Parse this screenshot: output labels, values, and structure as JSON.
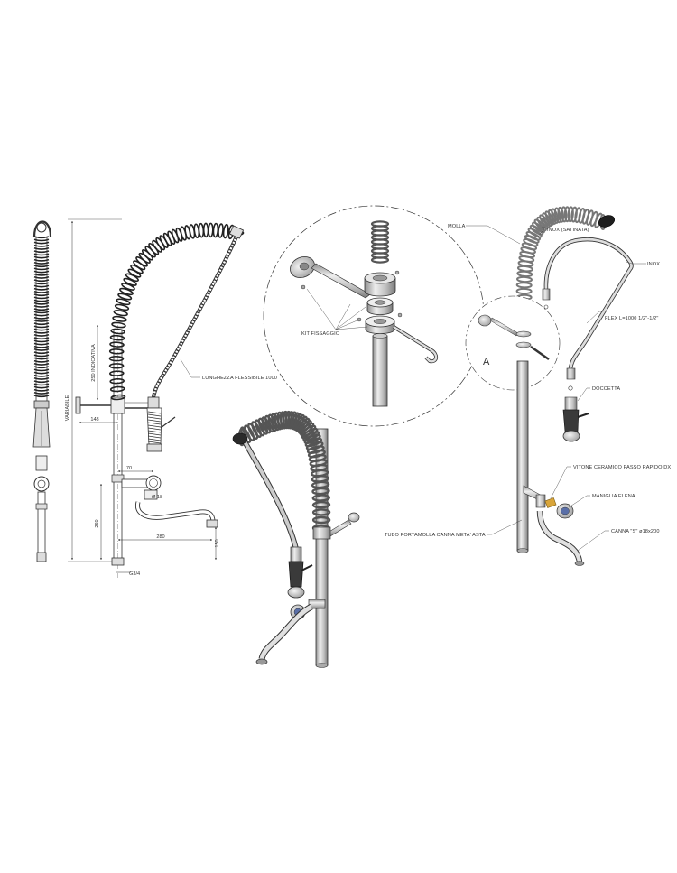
{
  "drawing": {
    "dimensions": {
      "overall_height": "VARIABILE",
      "spring_height": "250 INDICATIVA",
      "wall_offset": "148",
      "spout_offset": "70",
      "valve_diameter": "Ø 18",
      "spout_height": "260",
      "spout_length": "280",
      "spout_drop": "150",
      "base_thread": "G3/4"
    },
    "side_labels": {
      "flex_length": "LUNGHEZZA FLESSIBILE 1000"
    },
    "detail_labels": {
      "kit": "KIT FISSAGGIO"
    },
    "part_labels": {
      "molla": "MOLLA",
      "inox_satinato": "INOX (SATINATA)",
      "inox": "INOX",
      "flex": "FLEX L=1000 1/2\"-1/2\"",
      "doccetta": "DOCCETTA",
      "detail_ref": "A",
      "vitone": "VITONE CERAMICO PASSO RAPIDO DX",
      "maniglia": "MANIGLIA ELENA",
      "canna": "CANNA \"S\" ø18x200",
      "tubo": "TUBO PORTAMOLLA CANNA META' ASTA"
    }
  },
  "colors": {
    "line": "#333333",
    "metal_light": "#e8e8e8",
    "metal_mid": "#b9b9b9",
    "metal_dark": "#7d7d7d",
    "rubber": "#1e1e1e",
    "accent_gold": "#d9a53a",
    "accent_blue": "#5a6fa8"
  }
}
